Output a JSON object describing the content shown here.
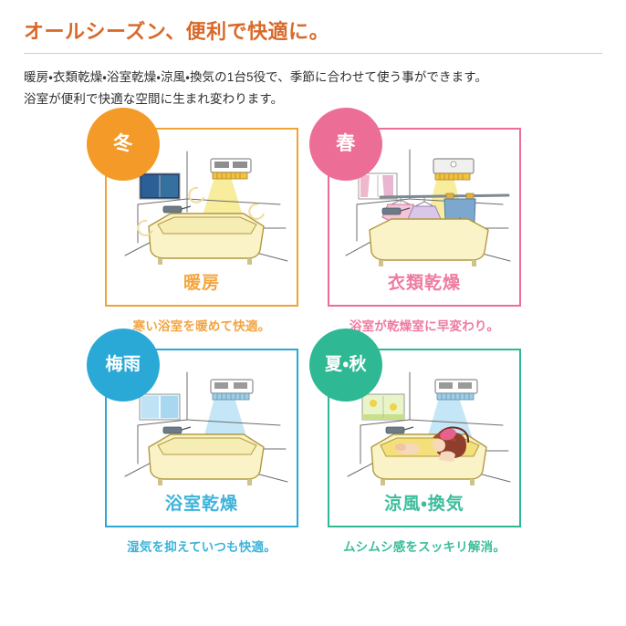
{
  "header": {
    "title": "オールシーズン、便利で快適に。",
    "title_color": "#d9692a",
    "rule_color": "#e3c8ad",
    "lead_line1": "暖房・衣類乾燥・浴室乾燥・涼風・換気の1台5役で、季節に合わせて使う事ができます。",
    "lead_line2": "浴室が便利で快適な空間に生まれ変わります。"
  },
  "cards": [
    {
      "badge": "冬",
      "label": "暖房",
      "caption": "寒い浴室を暖めて快適。",
      "color": "#f49a28",
      "border_color": "#f0a335",
      "label_color": "#f4a63c",
      "caption_color": "#f2a444",
      "beam_color": "#f7e98c",
      "scene": "heating"
    },
    {
      "badge": "春",
      "label": "衣類乾燥",
      "caption": "浴室が乾燥室に早変わり。",
      "color": "#ec6e96",
      "border_color": "#ec6e96",
      "label_color": "#ee7ba0",
      "caption_color": "#ee7ba0",
      "beam_color": "#f7e98c",
      "scene": "laundry"
    },
    {
      "badge": "梅雨",
      "label": "浴室乾燥",
      "caption": "湿気を抑えていつも快適。",
      "color": "#2ba9d6",
      "border_color": "#2ba9d6",
      "label_color": "#3db3da",
      "caption_color": "#3db3da",
      "beam_color": "#bfe3f5",
      "scene": "bathdry"
    },
    {
      "badge": "夏・秋",
      "label": "涼風・換気",
      "caption": "ムシムシ感をスッキリ解消。",
      "color": "#2eb894",
      "border_color": "#2eb894",
      "label_color": "#3cbd9c",
      "caption_color": "#3cbd9c",
      "beam_color": "#bfe3f5",
      "scene": "cooling"
    }
  ],
  "icons": {
    "window": "window-icon",
    "heater": "heater-unit-icon",
    "bathtub": "bathtub-icon",
    "hanger": "clothes-hanger-icon",
    "person": "bathing-person-icon",
    "steam": "steam-icon"
  }
}
